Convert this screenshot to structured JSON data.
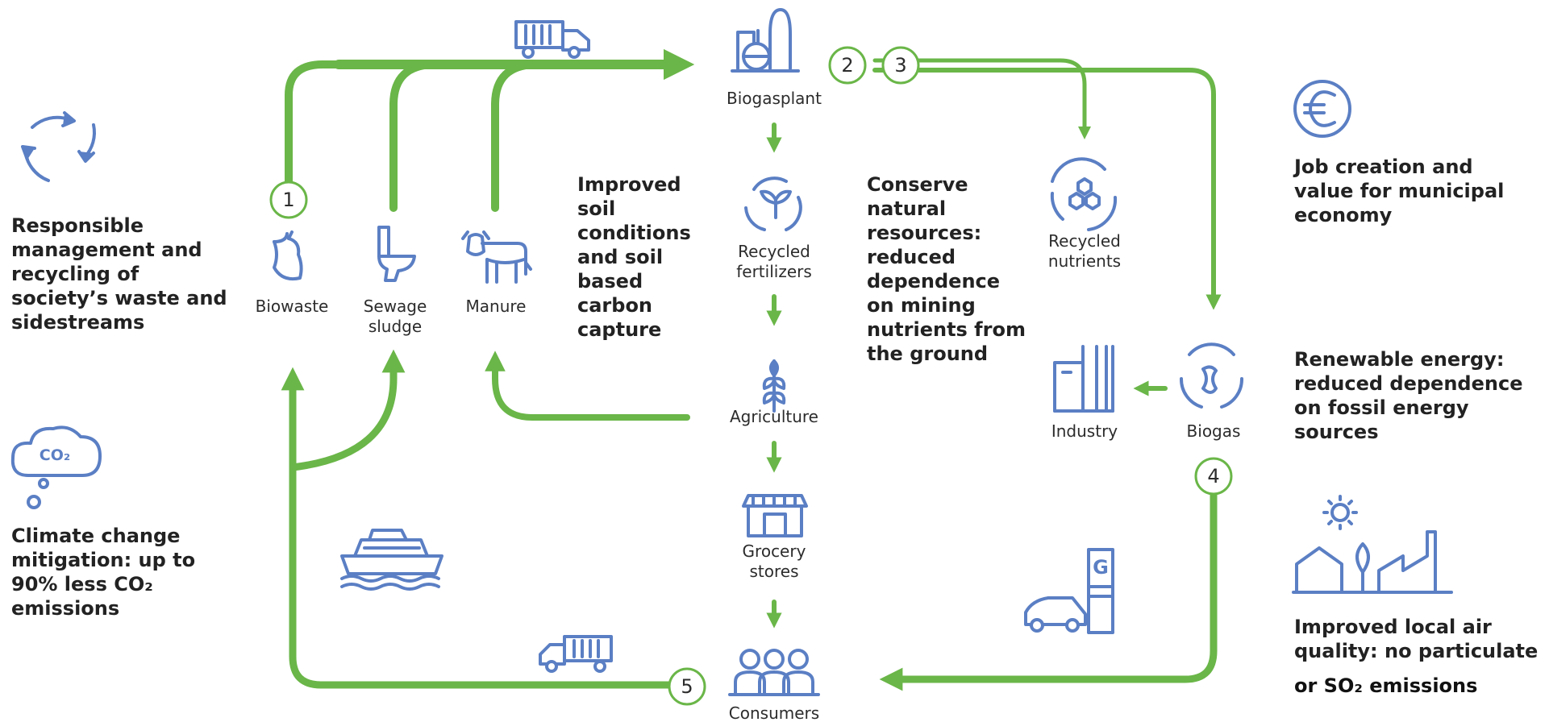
{
  "colors": {
    "flow": "#6ab648",
    "icon": "#5b7fc4",
    "text": "#222222"
  },
  "nodes": {
    "biogasplant": "Biogasplant",
    "recycled_fertilizers": "Recycled fertilizers",
    "recycled_nutrients": "Recycled nutrients",
    "biowaste": "Biowaste",
    "sewage_sludge": "Sewage sludge",
    "manure": "Manure",
    "agriculture": "Agriculture",
    "grocery_stores": "Grocery stores",
    "consumers": "Consumers",
    "industry": "Industry",
    "biogas": "Biogas"
  },
  "steps": [
    "1",
    "2",
    "3",
    "4",
    "5"
  ],
  "benefits": {
    "responsible": "Responsible management and recycling of society’s waste and sidestreams",
    "climate": "Climate change mitigation: up to 90% less CO₂ emissions",
    "soil": "Improved soil conditions and soil based carbon capture",
    "conserve": "Conserve natural resources: reduced dependence on mining nutrients from the ground",
    "jobs": "Job creation and value for municipal economy",
    "energy": "Renewable energy: reduced dependence on fossil energy sources",
    "air_line1": "Improved local air quality: no particulate",
    "air_line2": "or SO₂ emissions"
  },
  "icons": {
    "recycle": "recycle-arrows-icon",
    "co2": "co2-cloud-icon",
    "truck": "truck-icon",
    "factory": "biogas-plant-icon",
    "sprout": "sprout-icon",
    "molecule": "molecule-icon",
    "apple": "apple-core-icon",
    "toilet": "toilet-icon",
    "cow": "cow-icon",
    "wheat": "wheat-icon",
    "store": "store-icon",
    "people": "consumers-icon",
    "ship": "ship-icon",
    "euro": "euro-icon",
    "industry": "industry-icon",
    "biogas": "biogas-icon",
    "fuel": "gas-station-icon",
    "town": "town-icon"
  }
}
